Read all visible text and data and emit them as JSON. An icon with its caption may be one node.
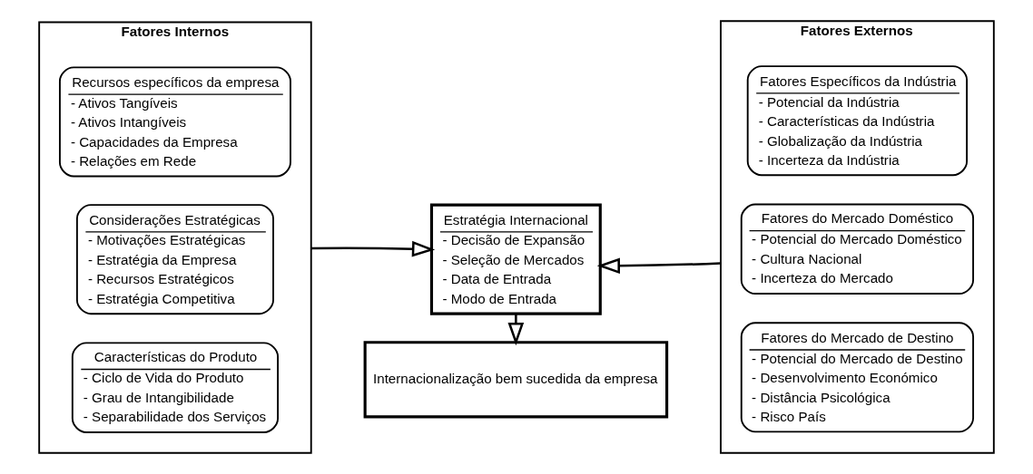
{
  "diagram": {
    "nodes": [
      {
        "text": [
          "Fatores Internos"
        ]
      },
      {
        "text": [
          "Recursos específicos da empresa",
          "- Ativos Tangíveis",
          "- Ativos Intangíveis",
          "- Capacidades da Empresa",
          "- Relações em Rede"
        ],
        "in": 0
      },
      {
        "text": [
          "Considerações Estratégicas",
          "- Motivações Estratégicas",
          "- Estratégia da Empresa",
          "- Recursos Estratégicos",
          "- Estratégia Competitiva"
        ],
        "in": 0
      },
      {
        "text": [
          "Características do Produto",
          "- Ciclo de Vida do Produto",
          "- Grau de Intangibilidade",
          "- Separabilidade dos Serviços"
        ],
        "in": 0
      },
      {
        "text": [
          "Estratégia Internacional",
          "- Decisão de Expansão",
          "- Seleção de Mercados",
          "- Data de Entrada",
          "- Modo de Entrada"
        ]
      },
      {
        "text": [
          "Internacionalização bem sucedida da empresa"
        ]
      },
      {
        "text": [
          "Fatores Externos"
        ]
      },
      {
        "text": [
          "Fatores Específicos da Indústria",
          "- Potencial da Indústria",
          "- Características da Indústria",
          "- Globalização da Indústria",
          "- Incerteza da Indústria"
        ],
        "in": 6
      },
      {
        "text": [
          "Fatores do Mercado Doméstico",
          "- Potencial do Mercado Doméstico",
          "- Cultura Nacional",
          "- Incerteza do Mercado"
        ],
        "in": 6
      },
      {
        "text": [
          "Fatores do Mercado de Destino",
          "- Potencial do Mercado de Destino",
          "- Desenvolvimento Económico",
          "- Distância Psicológica",
          "- Risco País"
        ],
        "in": 6
      }
    ],
    "edges": [
      {
        "from": 0,
        "to": 4,
        "arrow": "to"
      },
      {
        "from": 6,
        "to": 4,
        "arrow": "to"
      },
      {
        "from": 4,
        "to": 5,
        "arrow": "to"
      }
    ]
  }
}
